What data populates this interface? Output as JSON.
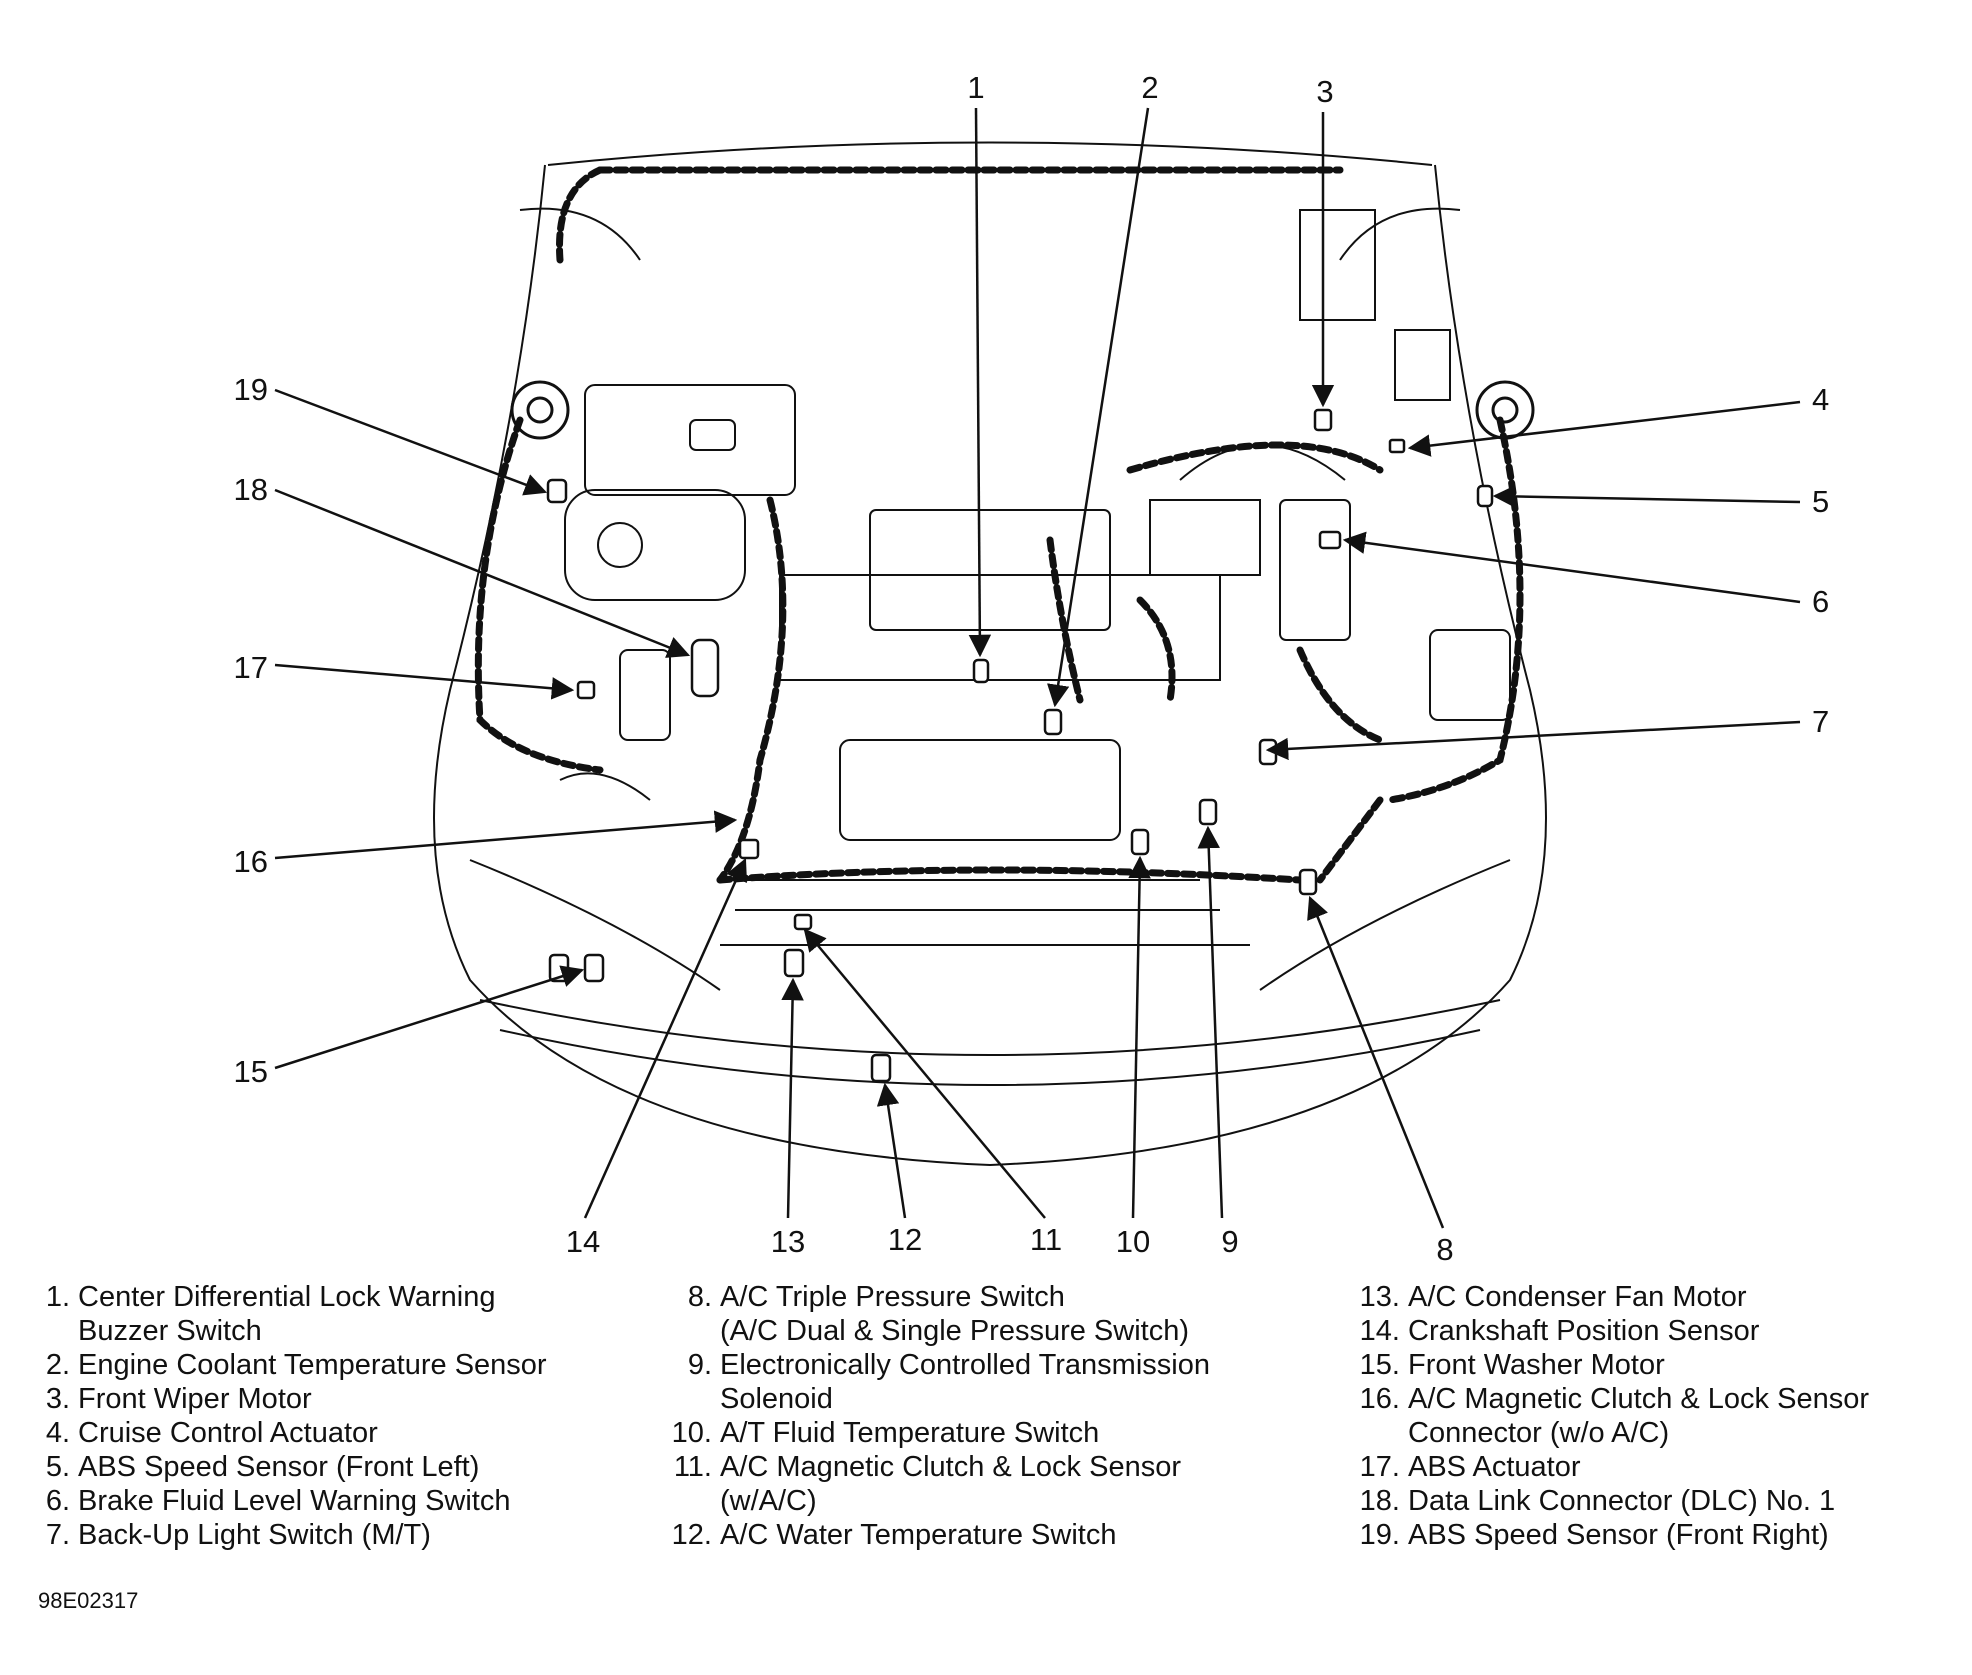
{
  "callouts": [
    "1",
    "2",
    "3",
    "4",
    "5",
    "6",
    "7",
    "8",
    "9",
    "10",
    "11",
    "12",
    "13",
    "14",
    "15",
    "16",
    "17",
    "18",
    "19"
  ],
  "legend": [
    {
      "num": "1.",
      "text": "Center Differential Lock Warning\nBuzzer Switch"
    },
    {
      "num": "2.",
      "text": "Engine Coolant Temperature Sensor"
    },
    {
      "num": "3.",
      "text": "Front Wiper Motor"
    },
    {
      "num": "4.",
      "text": "Cruise Control Actuator"
    },
    {
      "num": "5.",
      "text": "ABS Speed Sensor (Front Left)"
    },
    {
      "num": "6.",
      "text": "Brake Fluid Level Warning Switch"
    },
    {
      "num": "7.",
      "text": "Back-Up Light Switch (M/T)"
    },
    {
      "num": "8.",
      "text": "A/C Triple Pressure Switch\n(A/C Dual & Single Pressure Switch)"
    },
    {
      "num": "9.",
      "text": "Electronically Controlled Transmission\nSolenoid"
    },
    {
      "num": "10.",
      "text": "A/T Fluid Temperature Switch"
    },
    {
      "num": "11.",
      "text": "A/C Magnetic Clutch & Lock Sensor\n(w/A/C)"
    },
    {
      "num": "12.",
      "text": "A/C Water Temperature Switch"
    },
    {
      "num": "13.",
      "text": "A/C Condenser Fan Motor"
    },
    {
      "num": "14.",
      "text": "Crankshaft Position Sensor"
    },
    {
      "num": "15.",
      "text": "Front Washer Motor"
    },
    {
      "num": "16.",
      "text": "A/C Magnetic Clutch & Lock Sensor\nConnector (w/o A/C)"
    },
    {
      "num": "17.",
      "text": "ABS Actuator"
    },
    {
      "num": "18.",
      "text": "Data Link Connector (DLC) No. 1"
    },
    {
      "num": "19.",
      "text": "ABS Speed Sensor (Front Right)"
    }
  ],
  "figure_id": "98E02317",
  "colors": {
    "ink": "#111111",
    "background": "#ffffff"
  }
}
